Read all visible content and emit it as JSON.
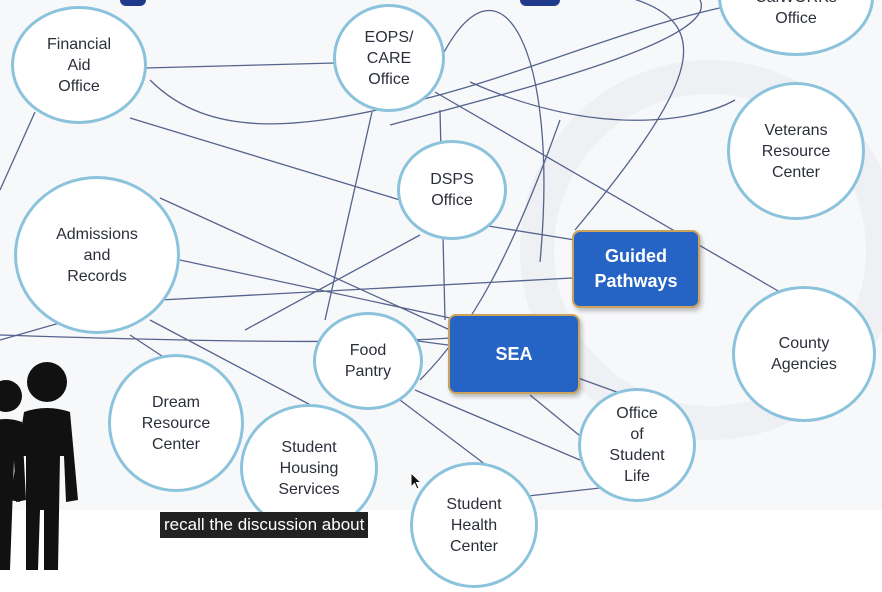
{
  "nodes": {
    "financial_aid": "Financial\nAid\nOffice",
    "eops": "EOPS/\nCARE\nOffice",
    "calworks": "CalWORKs\nOffice",
    "veterans": "Veterans\nResource\nCenter",
    "dsps": "DSPS\nOffice",
    "admissions": "Admissions\nand\nRecords",
    "guided_pathways": "Guided\nPathways",
    "county": "County\nAgencies",
    "food_pantry": "Food\nPantry",
    "sea": "SEA",
    "dream": "Dream\nResource\nCenter",
    "housing": "Student\nHousing\nServices",
    "student_life": "Office\nof\nStudent\nLife",
    "health": "Student\nHealth\nCenter"
  },
  "caption": "recall the discussion about",
  "colors": {
    "circle_border": "#8cc3dc",
    "box_fill": "#2563c4",
    "box_border": "#c9a45a",
    "line": "#3a4a7a",
    "title": "#1f3a8a"
  },
  "icons": {
    "people": "people-silhouette-icon",
    "cursor": "mouse-pointer-icon"
  }
}
